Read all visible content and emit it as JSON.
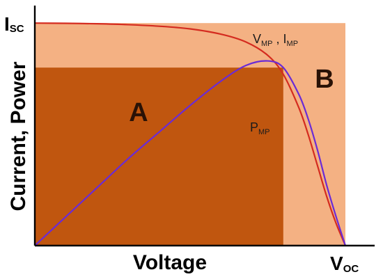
{
  "chart_data": {
    "type": "line",
    "title": "",
    "xlabel": "Voltage",
    "ylabel": "Current, Power",
    "x_end_label": {
      "main": "V",
      "sub": "OC"
    },
    "y_top_label": {
      "main": "I",
      "sub": "SC"
    },
    "point_labels": {
      "vmp_imp": {
        "v_main": "V",
        "v_sub": "MP",
        "sep": " , ",
        "i_main": "I",
        "i_sub": "MP"
      },
      "pmp": {
        "main": "P",
        "sub": "MP"
      }
    },
    "regions": [
      {
        "name": "A",
        "color": "#c0560f"
      },
      {
        "name": "B",
        "color": "#f4b183"
      }
    ],
    "series": [
      {
        "color": "#d42b1f",
        "x": [
          0,
          0.1,
          0.2,
          0.3,
          0.4,
          0.5,
          0.6,
          0.68,
          0.75,
          0.8,
          0.85,
          0.88,
          0.91,
          0.94,
          0.97,
          1.0
        ],
        "values": [
          1.0,
          0.999,
          0.997,
          0.993,
          0.986,
          0.974,
          0.95,
          0.915,
          0.855,
          0.77,
          0.62,
          0.5,
          0.36,
          0.22,
          0.1,
          0.0
        ]
      },
      {
        "color": "#6a2bd6",
        "x": [
          0,
          0.1,
          0.2,
          0.3,
          0.4,
          0.5,
          0.6,
          0.68,
          0.75,
          0.8,
          0.85,
          0.88,
          0.91,
          0.94,
          0.97,
          1.0
        ],
        "values": [
          0.0,
          0.13,
          0.26,
          0.39,
          0.51,
          0.63,
          0.74,
          0.81,
          0.83,
          0.8,
          0.68,
          0.57,
          0.43,
          0.27,
          0.13,
          0.0
        ]
      }
    ],
    "max_power_point": {
      "v": 0.8,
      "i": 0.8,
      "p": 0.83
    },
    "xlim": [
      0,
      1
    ],
    "ylim": [
      0,
      1.06
    ],
    "grid": false
  }
}
